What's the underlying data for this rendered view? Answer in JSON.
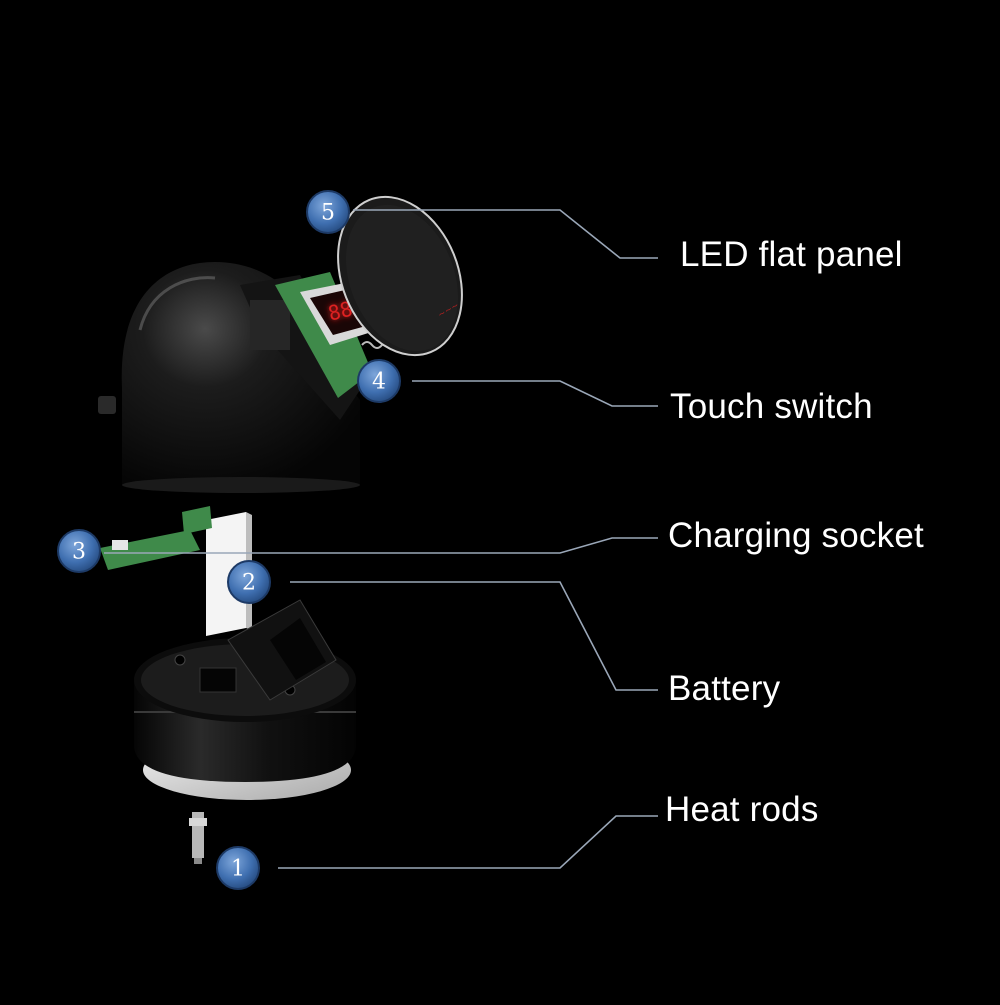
{
  "callouts": [
    {
      "number": "5",
      "label": "LED flat panel"
    },
    {
      "number": "4",
      "label": "Touch switch"
    },
    {
      "number": "3",
      "label": "Charging socket"
    },
    {
      "number": "2",
      "label": "Battery"
    },
    {
      "number": "1",
      "label": "Heat rods"
    }
  ],
  "display_readout": "88",
  "colors": {
    "background": "#000000",
    "badge": "#3f6fb0",
    "leader_line": "#9aa7b8",
    "pcb": "#3f8a4a",
    "display": "#e02020"
  }
}
